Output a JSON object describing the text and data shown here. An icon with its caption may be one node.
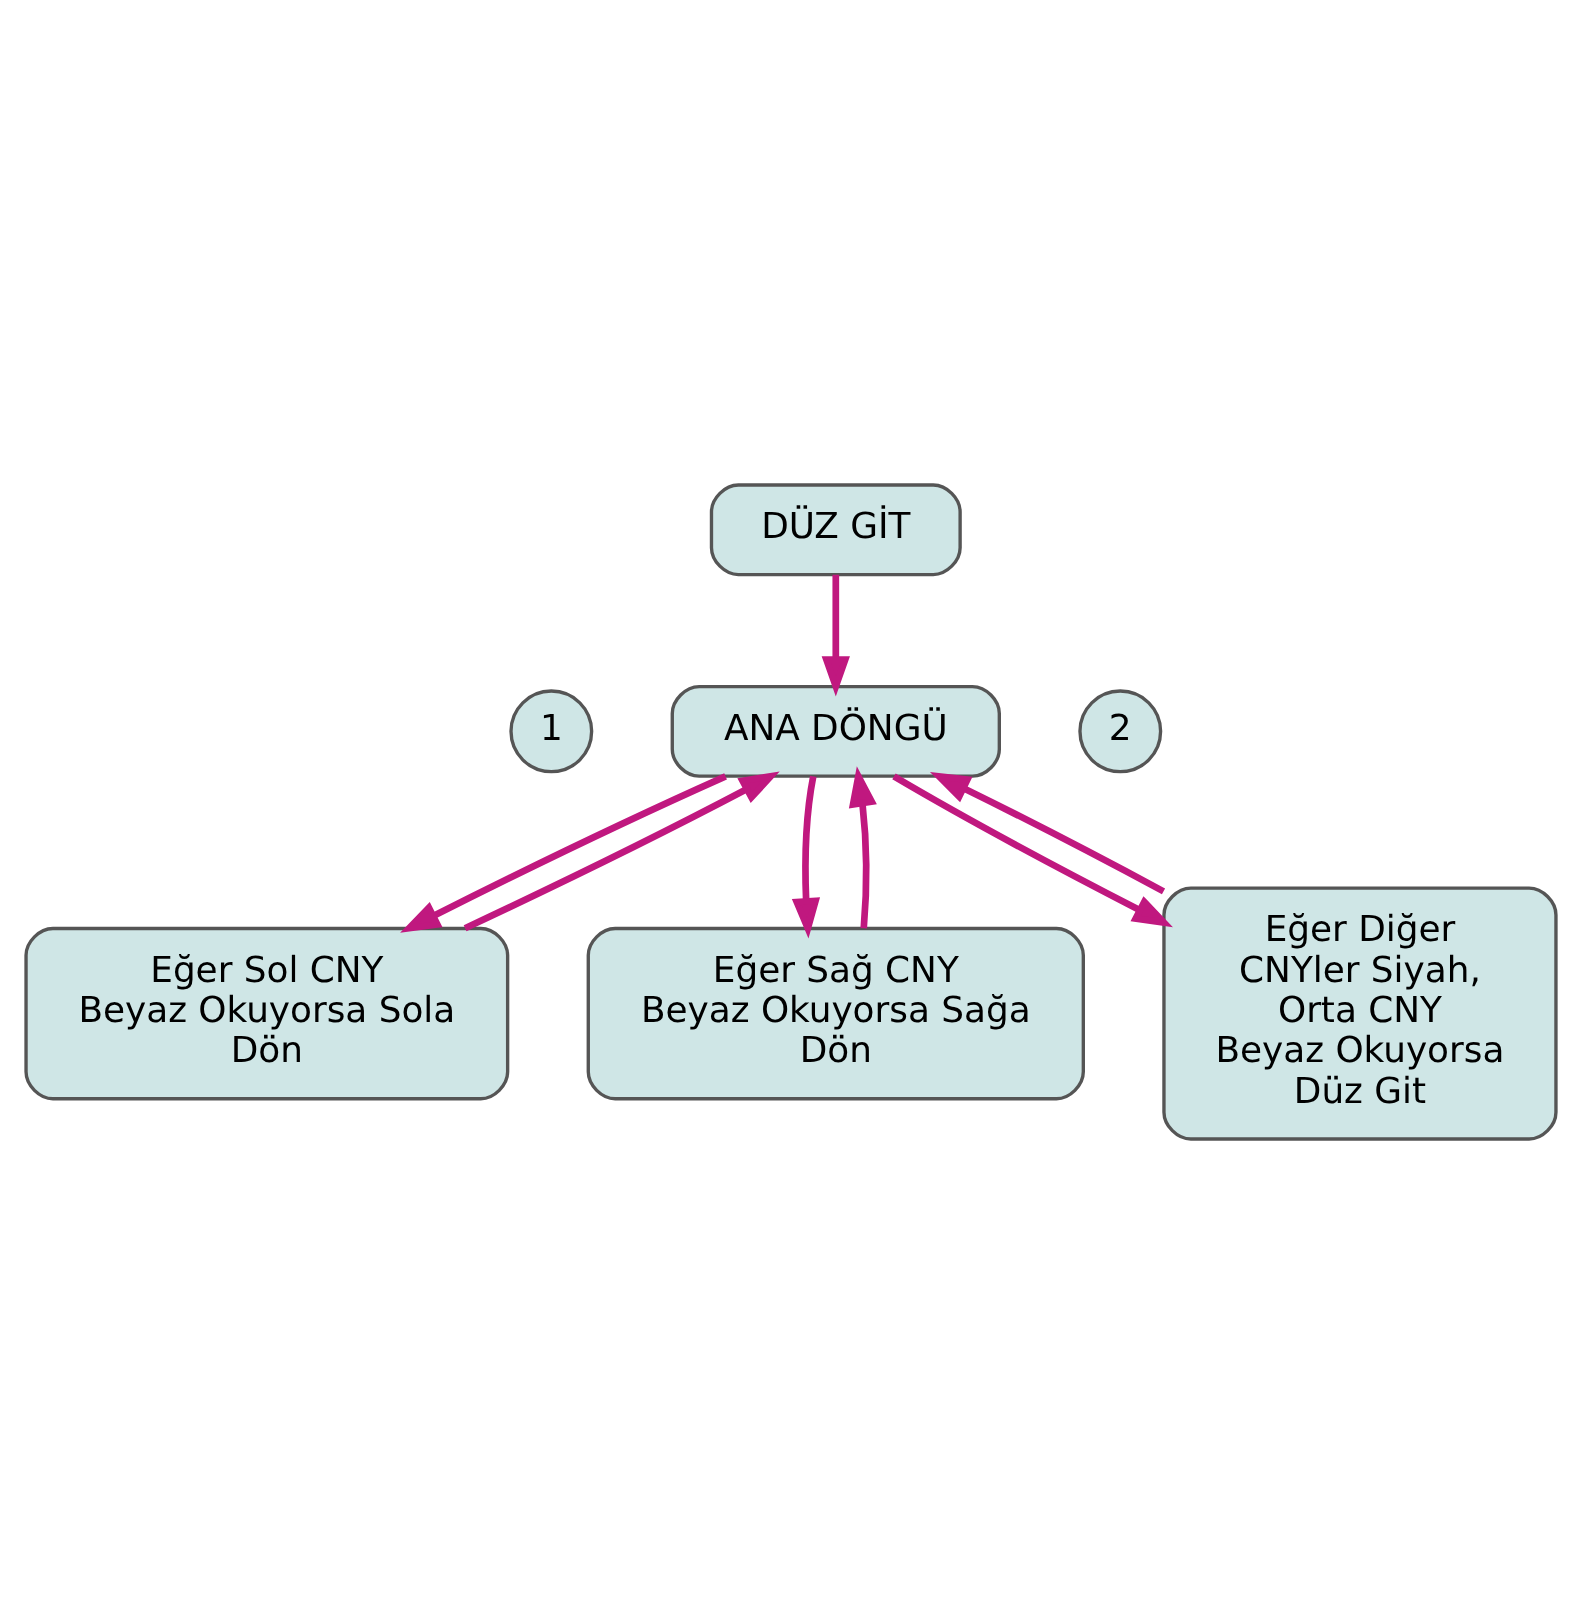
{
  "diagram": {
    "nodes": [
      {
        "text": [
          "DÜZ GİT"
        ]
      },
      {
        "text": [
          "ANA DÖNGÜ"
        ]
      },
      {
        "text": [
          "1"
        ]
      },
      {
        "text": [
          "2"
        ]
      },
      {
        "text": [
          "Eğer Sol CNY Beyaz Okuyorsa Sola Dön"
        ]
      },
      {
        "text": [
          "Eğer Sağ CNY Beyaz Okuyorsa Sağa Dön"
        ]
      },
      {
        "text": [
          "Eğer Diğer CNYler Siyah, Orta CNY Beyaz Okuyorsa Düz Git"
        ]
      }
    ],
    "edges": [
      {
        "from": 0,
        "to": 1,
        "arrow": "to"
      },
      {
        "from": 1,
        "to": 4,
        "arrow": "to"
      },
      {
        "from": 4,
        "to": 1,
        "arrow": "to"
      },
      {
        "from": 1,
        "to": 5,
        "arrow": "to"
      },
      {
        "from": 5,
        "to": 1,
        "arrow": "to"
      },
      {
        "from": 1,
        "to": 6,
        "arrow": "to"
      },
      {
        "from": 6,
        "to": 1,
        "arrow": "to"
      }
    ]
  }
}
